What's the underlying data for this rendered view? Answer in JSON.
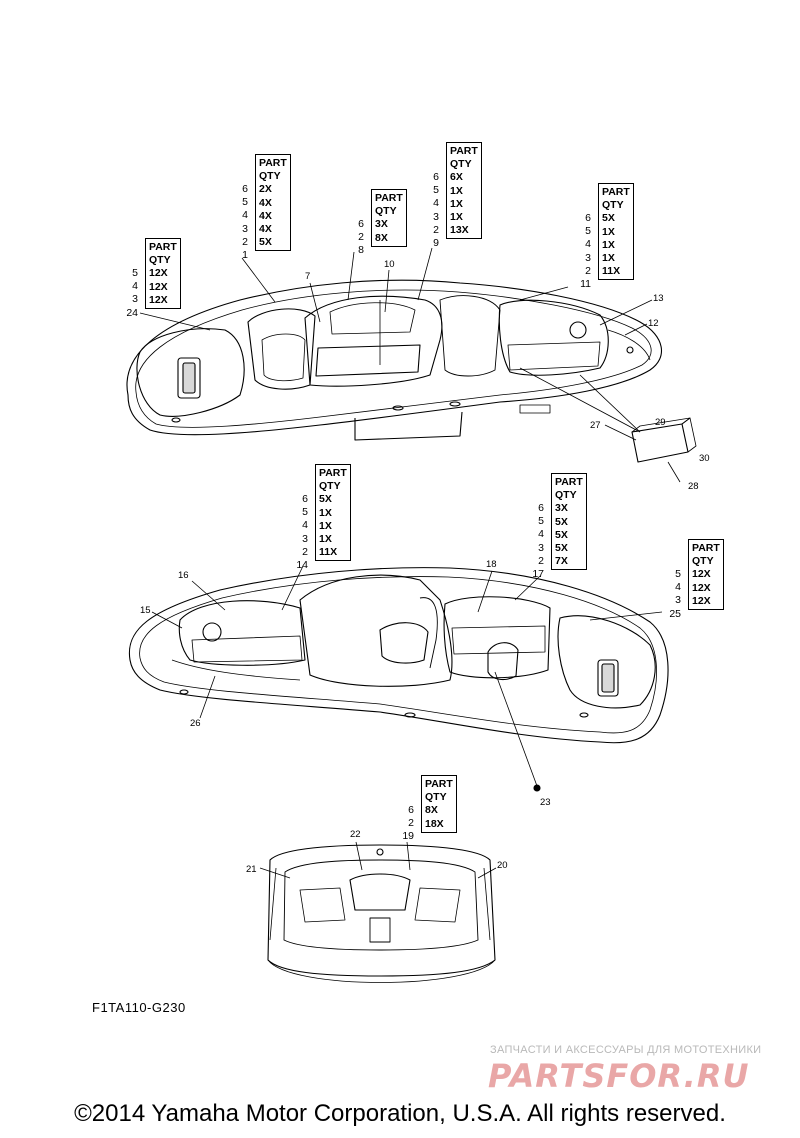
{
  "figure_code": "F1TA110-G230",
  "copyright": "©2014 Yamaha Motor Corporation, U.S.A. All rights reserved.",
  "watermark": {
    "top_line": "ЗАПЧАСТИ И АКСЕССУАРЫ ДЛЯ МОТОТЕХНИКИ",
    "logo_text": "PARTSFOR.RU",
    "logo_color": "#e9a7a7"
  },
  "qty_header": [
    "PART",
    "QTY"
  ],
  "qty_tables": [
    {
      "id": "t1",
      "parts": [
        "5",
        "4",
        "3",
        "24"
      ],
      "qty": [
        "12X",
        "12X",
        "12X"
      ]
    },
    {
      "id": "t2",
      "parts": [
        "6",
        "5",
        "4",
        "3",
        "2",
        "1"
      ],
      "qty": [
        "2X",
        "4X",
        "4X",
        "4X",
        "5X"
      ]
    },
    {
      "id": "t3",
      "parts": [
        "6",
        "2",
        "8"
      ],
      "qty": [
        "3X",
        "8X"
      ]
    },
    {
      "id": "t4",
      "parts": [
        "6",
        "5",
        "4",
        "3",
        "2",
        "9"
      ],
      "qty": [
        "6X",
        "1X",
        "1X",
        "1X",
        "13X"
      ]
    },
    {
      "id": "t5",
      "parts": [
        "6",
        "5",
        "4",
        "3",
        "2",
        "11"
      ],
      "qty": [
        "5X",
        "1X",
        "1X",
        "1X",
        "11X"
      ]
    },
    {
      "id": "t6",
      "parts": [
        "6",
        "5",
        "4",
        "3",
        "2",
        "14"
      ],
      "qty": [
        "5X",
        "1X",
        "1X",
        "1X",
        "11X"
      ]
    },
    {
      "id": "t7",
      "parts": [
        "6",
        "5",
        "4",
        "3",
        "2",
        "17"
      ],
      "qty": [
        "3X",
        "5X",
        "5X",
        "5X",
        "7X"
      ]
    },
    {
      "id": "t8",
      "parts": [
        "5",
        "4",
        "3",
        "25"
      ],
      "qty": [
        "12X",
        "12X",
        "12X"
      ]
    },
    {
      "id": "t9",
      "parts": [
        "6",
        "2",
        "19"
      ],
      "qty": [
        "8X",
        "18X"
      ]
    }
  ],
  "callouts": [
    "7",
    "10",
    "13",
    "12",
    "27",
    "28",
    "29",
    "30",
    "16",
    "15",
    "18",
    "26",
    "23",
    "22",
    "21",
    "20"
  ]
}
